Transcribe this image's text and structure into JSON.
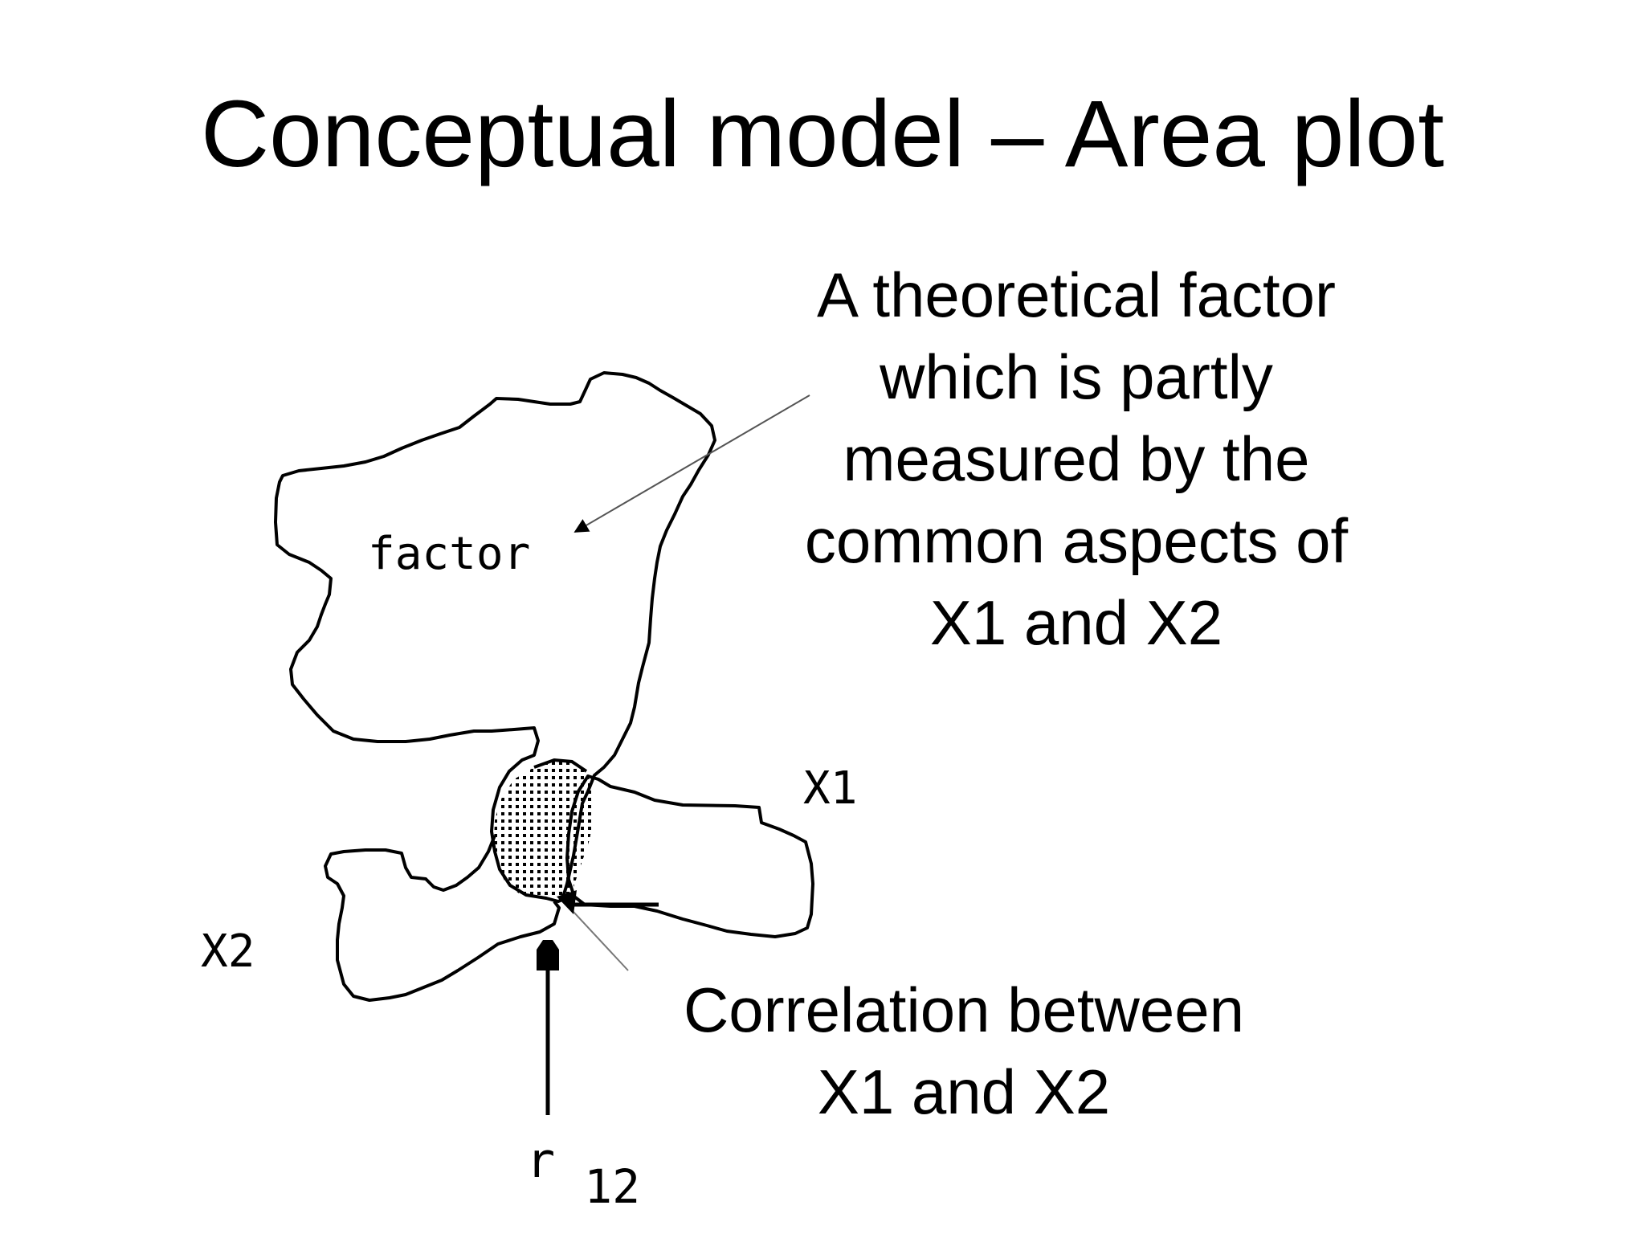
{
  "title": "Conceptual model – Area plot",
  "labels": {
    "factor": "factor",
    "x1": "X1",
    "x2": "X2",
    "r_main": "r",
    "r_sub": "12"
  },
  "callouts": {
    "factor": [
      "A theoretical factor",
      "which is partly",
      "measured by the",
      "common aspects of",
      "X1 and X2"
    ],
    "correlation": [
      "Correlation between",
      "X1 and X2"
    ]
  },
  "colors": {
    "background": "#ffffff",
    "ink": "#000000",
    "pointer": "#555555"
  }
}
